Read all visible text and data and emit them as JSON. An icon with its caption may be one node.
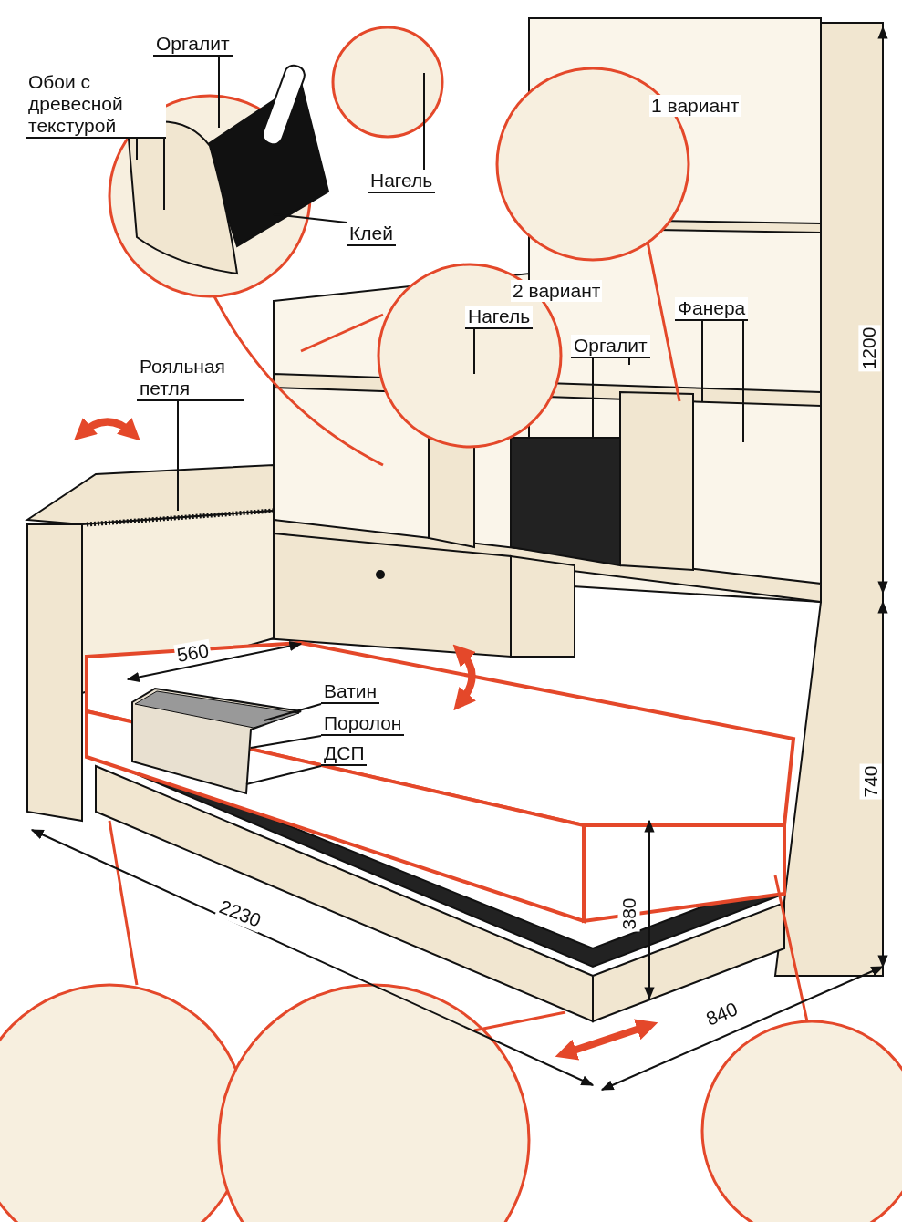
{
  "diagram": {
    "nodes": [
      {
        "text": [
          "Оргалит"
        ]
      },
      {
        "text": [
          "Обои с древесной текстурой"
        ]
      },
      {
        "text": [
          "Клей"
        ]
      },
      {
        "text": [
          "Нагель"
        ]
      },
      {
        "text": [
          "Нагель"
        ]
      },
      {
        "text": [
          "Оргалит"
        ]
      },
      {
        "text": [
          "Фанера"
        ]
      },
      {
        "text": [
          "Рояльная петля"
        ]
      },
      {
        "text": [
          "Ватин"
        ]
      },
      {
        "text": [
          "Поролон"
        ]
      },
      {
        "text": [
          "ДСП"
        ]
      }
    ],
    "edges": [
      {
        "from": 0,
        "to": null,
        "arrow": "none"
      },
      {
        "from": 1,
        "to": null,
        "arrow": "none"
      },
      {
        "from": 1,
        "to": null,
        "arrow": "none"
      },
      {
        "from": 2,
        "to": null,
        "arrow": "none"
      },
      {
        "from": 3,
        "to": null,
        "arrow": "none"
      },
      {
        "from": 4,
        "to": null,
        "arrow": "none"
      },
      {
        "from": 5,
        "to": null,
        "arrow": "none"
      },
      {
        "from": 5,
        "to": null,
        "arrow": "none"
      },
      {
        "from": 6,
        "to": null,
        "arrow": "none"
      },
      {
        "from": 6,
        "to": null,
        "arrow": "none"
      },
      {
        "from": 7,
        "to": null,
        "arrow": "none"
      },
      {
        "from": 8,
        "to": null,
        "arrow": "none"
      },
      {
        "from": 9,
        "to": null,
        "arrow": "none"
      },
      {
        "from": 10,
        "to": null,
        "arrow": "none"
      }
    ],
    "labels": [
      "1 вариант",
      "2 вариант",
      "560",
      "2230",
      "380",
      "840",
      "1200",
      "740"
    ]
  }
}
